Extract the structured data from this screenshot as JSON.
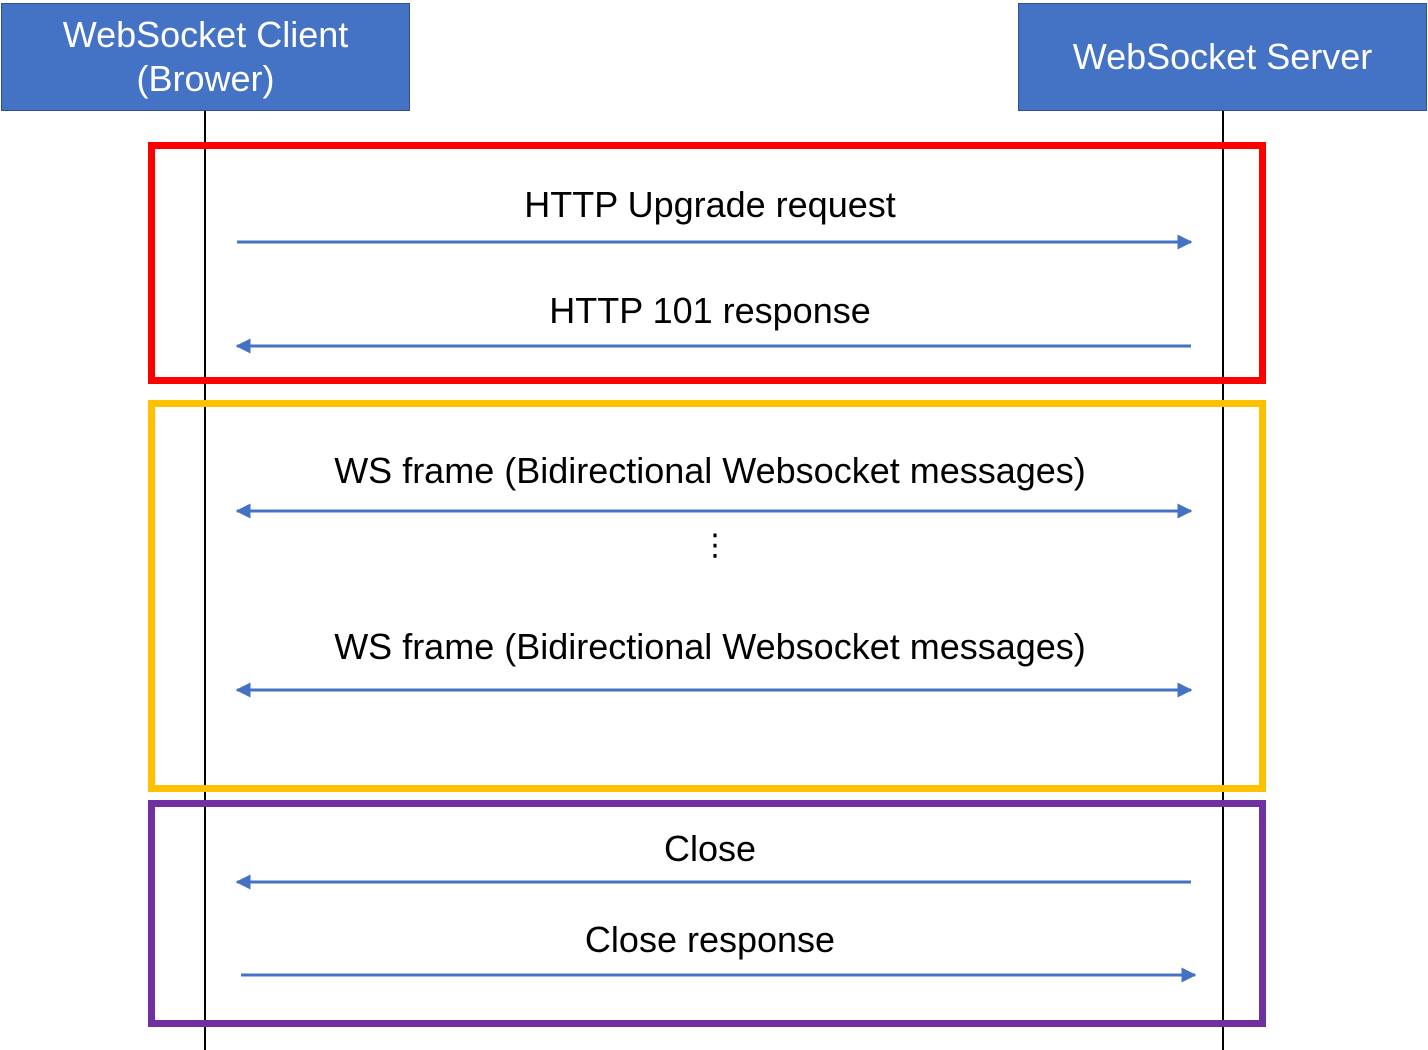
{
  "actors": {
    "client": {
      "line1": "WebSocket Client",
      "line2": "(Brower)"
    },
    "server": {
      "label": "WebSocket Server"
    }
  },
  "messages": {
    "upgrade_request": "HTTP Upgrade request",
    "response_101": "HTTP 101 response",
    "ws_frame_1": "WS frame (Bidirectional Websocket messages)",
    "ws_frame_2": "WS frame (Bidirectional Websocket messages)",
    "ellipsis": "⋮",
    "close": "Close",
    "close_response": "Close response"
  },
  "colors": {
    "actor_fill": "#4472c4",
    "arrow": "#4472c4",
    "handshake_border": "#ff0000",
    "data_border": "#ffc000",
    "close_border": "#7030a0"
  }
}
